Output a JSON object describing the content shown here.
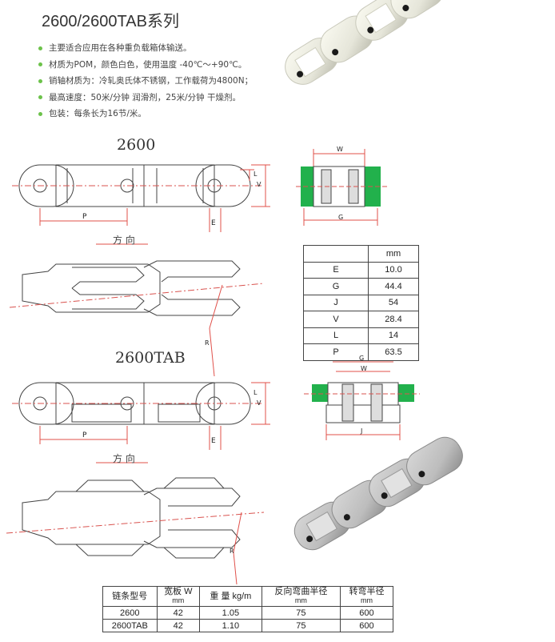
{
  "title": "2600/2600TAB系列",
  "bullets": [
    "主要适合应用在各种重负载箱体输送。",
    "材质为POM，颜色白色，使用温度 -40℃～+90℃。",
    "销轴材质为：冷轧奥氏体不锈钢，工作载荷为4800N；",
    "最高速度：50米/分钟 润滑剂，25米/分钟 干燥剂。",
    "包装：每条长为16节/米。"
  ],
  "drawings": {
    "label_2600": "2600",
    "label_2600tab": "2600TAB",
    "direction": "方 向",
    "letters": {
      "P": "P",
      "E": "E",
      "L": "L",
      "V": "V",
      "W": "W",
      "G": "G",
      "J": "J",
      "R": "R"
    }
  },
  "dim_table": {
    "unit": "mm",
    "rows": [
      {
        "key": "E",
        "value": "10.0"
      },
      {
        "key": "G",
        "value": "44.4"
      },
      {
        "key": "J",
        "value": "54"
      },
      {
        "key": "V",
        "value": "28.4"
      },
      {
        "key": "L",
        "value": "14"
      },
      {
        "key": "P",
        "value": "63.5"
      }
    ]
  },
  "spec_table": {
    "headers": [
      {
        "main": "链条型号",
        "sub": ""
      },
      {
        "main": "宽板 W",
        "sub": "mm"
      },
      {
        "main": "重 量 kg/m",
        "sub": ""
      },
      {
        "main": "反向弯曲半径",
        "sub": "mm"
      },
      {
        "main": "转弯半径",
        "sub": "mm"
      }
    ],
    "rows": [
      [
        "2600",
        "42",
        "1.05",
        "75",
        "600"
      ],
      [
        "2600TAB",
        "42",
        "1.10",
        "75",
        "600"
      ]
    ]
  },
  "colors": {
    "bullet": "#6cc24a",
    "wear_strip": "#22b14c",
    "centerline": "#d9534f",
    "dim_line": "#e0504a"
  }
}
